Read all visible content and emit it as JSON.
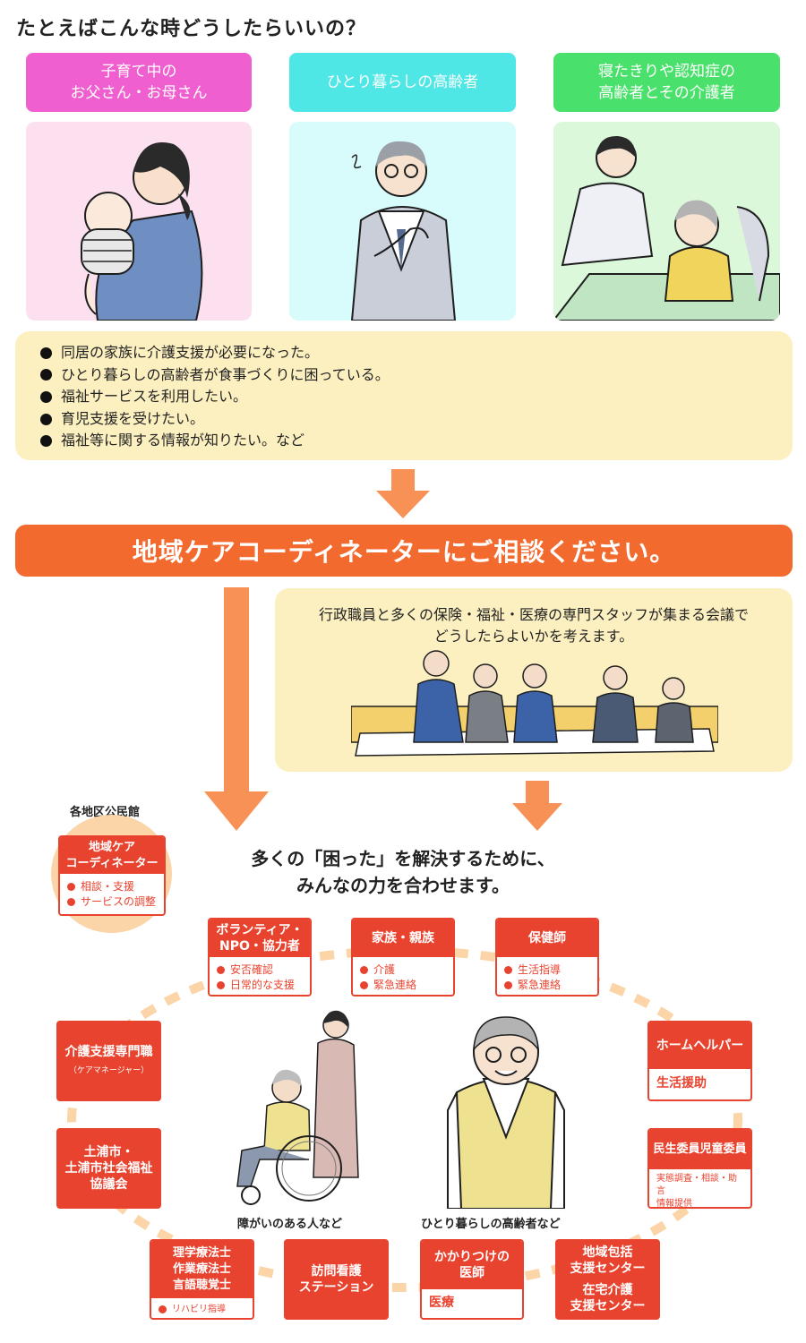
{
  "title": "たとえばこんな時どうしたらいいの？",
  "categories": [
    {
      "label": "子育て中の\nお父さん・お母さん",
      "head_color": "#f05fd0",
      "body_color": "#fde0ef"
    },
    {
      "label": "ひとり暮らしの高齢者",
      "head_color": "#4fe6e6",
      "body_color": "#d8fbfb"
    },
    {
      "label": "寝たきりや認知症の\n高齢者とその介護者",
      "head_color": "#49e06c",
      "body_color": "#dcf8da"
    }
  ],
  "examples": [
    "同居の家族に介護支援が必要になった。",
    "ひとり暮らしの高齢者が食事づくりに困っている。",
    "福祉サービスを利用したい。",
    "育児支援を受けたい。",
    "福祉等に関する情報が知りたい。など"
  ],
  "banner": "地域ケアコーディネーターにご相談ください。",
  "meeting": {
    "text": "行政職員と多くの保険・福祉・医療の専門スタッフが集まる会議で\nどうしたらよいかを考えます。"
  },
  "center_text": "多くの「困った」を解決するために、\nみんなの力を合わせます。",
  "coordinator": {
    "place": "各地区公民館",
    "title": "地域ケア\nコーディネーター",
    "items": [
      "相談・支援",
      "サービスの調整"
    ]
  },
  "network": {
    "volunteer": {
      "title": "ボランティア・\nNPO・協力者",
      "items": [
        "安否確認",
        "日常的な支援"
      ]
    },
    "family": {
      "title": "家族・親族",
      "items": [
        "介護",
        "緊急連絡"
      ]
    },
    "nurse": {
      "title": "保健師",
      "items": [
        "生活指導",
        "緊急連絡"
      ]
    },
    "helper": {
      "title": "ホームヘルパー",
      "body": "生活援助"
    },
    "welfare_commissioner": {
      "title": "民生委員児童委員",
      "body": "実態調査・相談・助言\n情報提供"
    },
    "center": {
      "title": "地域包括\n支援センター",
      "title2": "在宅介護\n支援センター"
    },
    "doctor": {
      "title": "かかりつけの\n医師",
      "body": "医療"
    },
    "visiting_nurse": {
      "title": "訪問看護\nステーション"
    },
    "therapist": {
      "title": "理学療法士\n作業療法士\n言語聴覚士",
      "items": [
        "リハビリ指導"
      ]
    },
    "city": {
      "title": "土浦市・\n土浦市社会福祉\n協議会"
    },
    "care_manager": {
      "title": "介護支援専門職",
      "sub": "（ケアマネージャー）"
    }
  },
  "captions": {
    "disabled": "障がいのある人など",
    "elderly": "ひとり暮らしの高齢者など"
  },
  "colors": {
    "accent": "#f36a2f",
    "arrow": "#f79155",
    "red": "#e8432f",
    "yellow": "#fdf0c0",
    "ring": "#fbd4a8"
  }
}
